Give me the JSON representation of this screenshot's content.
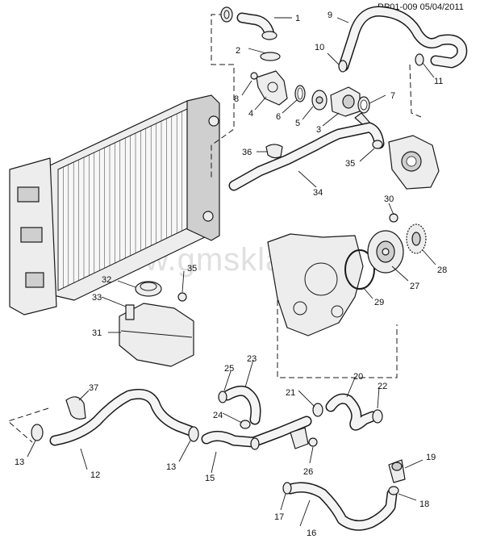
{
  "header": {
    "reference": "RP01-009 05/04/2011"
  },
  "watermark": {
    "text": "www.gmsklad.ru"
  },
  "callouts": {
    "c1": "1",
    "c2": "2",
    "c3": "3",
    "c4": "4",
    "c5": "5",
    "c6": "6",
    "c7": "7",
    "c8": "8",
    "c9": "9",
    "c10": "10",
    "c11": "11",
    "c12": "12",
    "c13a": "13",
    "c13b": "13",
    "c15": "15",
    "c16": "16",
    "c17": "17",
    "c18": "18",
    "c19": "19",
    "c20": "20",
    "c21": "21",
    "c22": "22",
    "c23": "23",
    "c24": "24",
    "c25": "25",
    "c26": "26",
    "c27": "27",
    "c28": "28",
    "c29": "29",
    "c30": "30",
    "c31": "31",
    "c32": "32",
    "c33": "33",
    "c34": "34",
    "c35a": "35",
    "c35b": "35",
    "c36": "36",
    "c37": "37"
  }
}
